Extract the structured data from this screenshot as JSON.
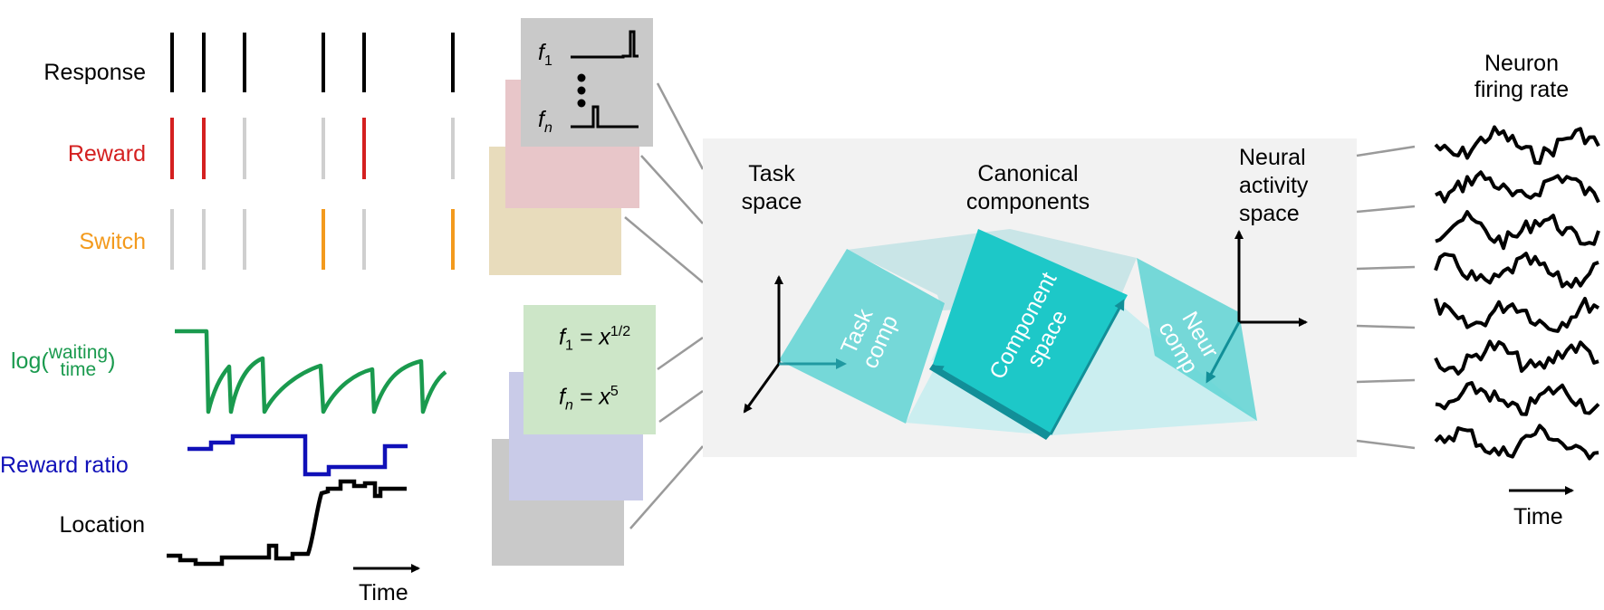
{
  "colors": {
    "response": "#000000",
    "reward": "#d42020",
    "switch": "#f39a1d",
    "inactive": "#cfcfcf",
    "waiting": "#1a9a4e",
    "reward_ratio": "#1010b8",
    "location": "#000000",
    "teal": "#22c7c7",
    "panel": "#f2f2f2",
    "card_gray": "#c9c9c9",
    "card_pink": "#e8c6c9",
    "card_tan": "#e8dcbc",
    "card_green": "#cde6c8",
    "card_lavender": "#c9cbe8"
  },
  "left_panel": {
    "labels": {
      "response": "Response",
      "reward": "Reward",
      "switch": "Switch",
      "log_prefix": "log(",
      "waiting_top": "waiting",
      "waiting_bottom": "time",
      "log_suffix": ")",
      "reward_ratio": "Reward ratio",
      "location": "Location",
      "time": "Time"
    },
    "events": [
      {
        "response": true,
        "reward": true,
        "switch": false
      },
      {
        "response": true,
        "reward": true,
        "switch": false
      },
      {
        "response": true,
        "reward": false,
        "switch": false
      },
      {
        "response": true,
        "reward": false,
        "switch": true
      },
      {
        "response": true,
        "reward": true,
        "switch": false
      },
      {
        "response": true,
        "reward": false,
        "switch": true
      }
    ]
  },
  "function_cards": {
    "top": {
      "f1": "f",
      "f1_sub": "1",
      "fn": "f",
      "fn_sub": "n"
    },
    "bottom": {
      "f1_lhs": "f",
      "f1_sub": "1",
      "f1_eq": " = x",
      "f1_exp": "1/2",
      "fn_lhs": "f",
      "fn_sub": "n",
      "fn_eq": " = x",
      "fn_exp": "5"
    }
  },
  "center": {
    "task_space": [
      "Task",
      "space"
    ],
    "canonical": [
      "Canonical",
      "components"
    ],
    "neural_space": [
      "Neural",
      "activity",
      "space"
    ],
    "task_comp": [
      "Task",
      "comp"
    ],
    "component_space": [
      "Component",
      "space"
    ],
    "neur_comp": [
      "Neur",
      "comp"
    ]
  },
  "right_panel": {
    "title": [
      "Neuron",
      "firing rate"
    ],
    "time": "Time",
    "trace_count": 8
  }
}
